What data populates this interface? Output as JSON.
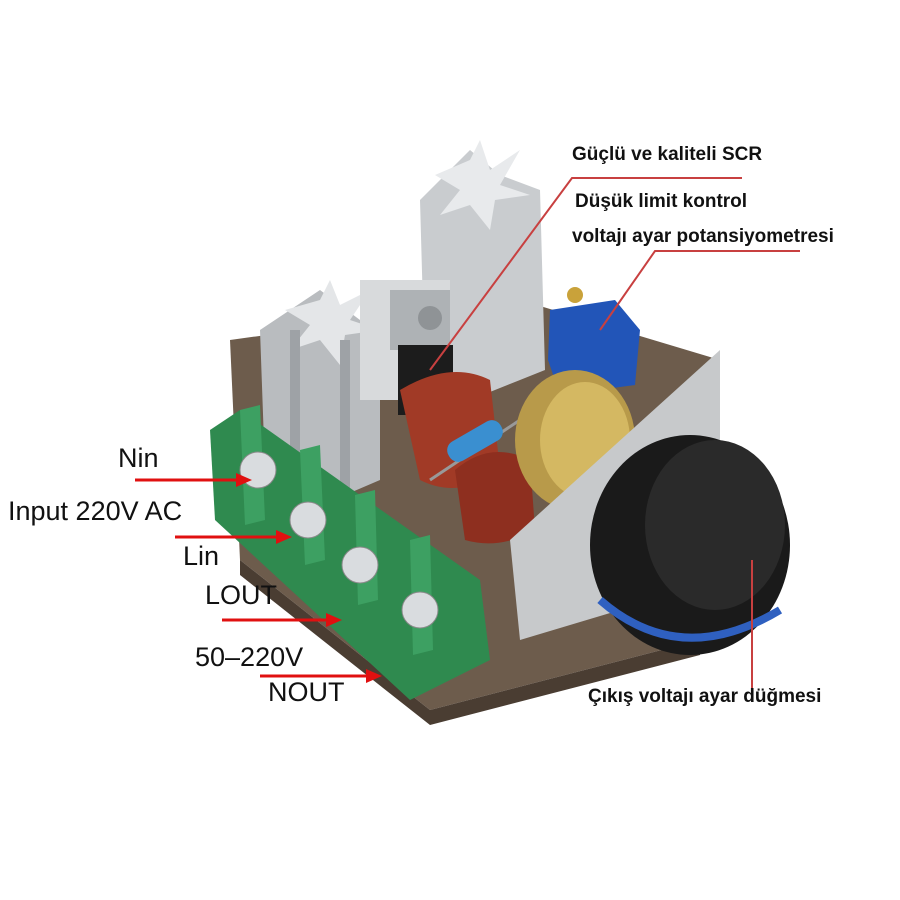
{
  "colors": {
    "arrow": "#e01010",
    "leader": "#c84040",
    "terminal": "#2f8a4f",
    "knob": "#1a1a1a",
    "pcb": "#6b5a4a"
  },
  "left_labels": {
    "nin": "Nin",
    "input": "Input 220V AC",
    "lin": "Lin",
    "lout": "LOUT",
    "range": "50–220V",
    "nout": "NOUT"
  },
  "right_labels": {
    "scr": "Güçlü ve kaliteli SCR",
    "pot_line1": "Düşük limit kontrol",
    "pot_line2": "voltajı ayar potansiyometresi",
    "knob": "Çıkış voltajı ayar düğmesi"
  }
}
